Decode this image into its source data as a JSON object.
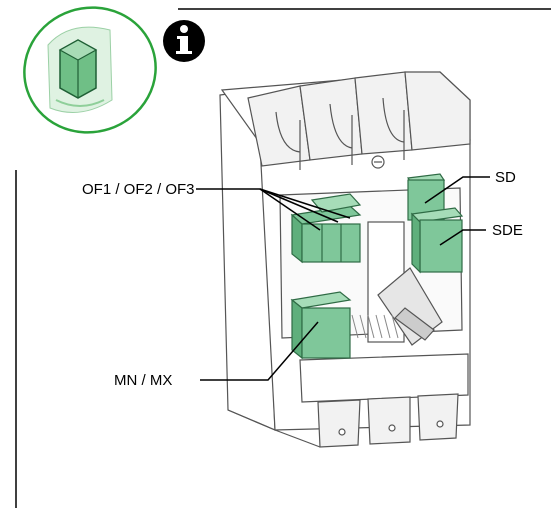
{
  "header": {
    "info_icon": "info-icon",
    "module_icon": "accessory-module-icon"
  },
  "callouts": {
    "of_contacts": "OF1 / OF2 / OF3",
    "sd": "SD",
    "sde": "SDE",
    "mn_mx": "MN / MX"
  },
  "colors": {
    "accessory_fill": "#7fc79a",
    "accessory_stroke": "#2f6b45",
    "icon_ring": "#2aa33a",
    "breaker_line": "#555555"
  }
}
